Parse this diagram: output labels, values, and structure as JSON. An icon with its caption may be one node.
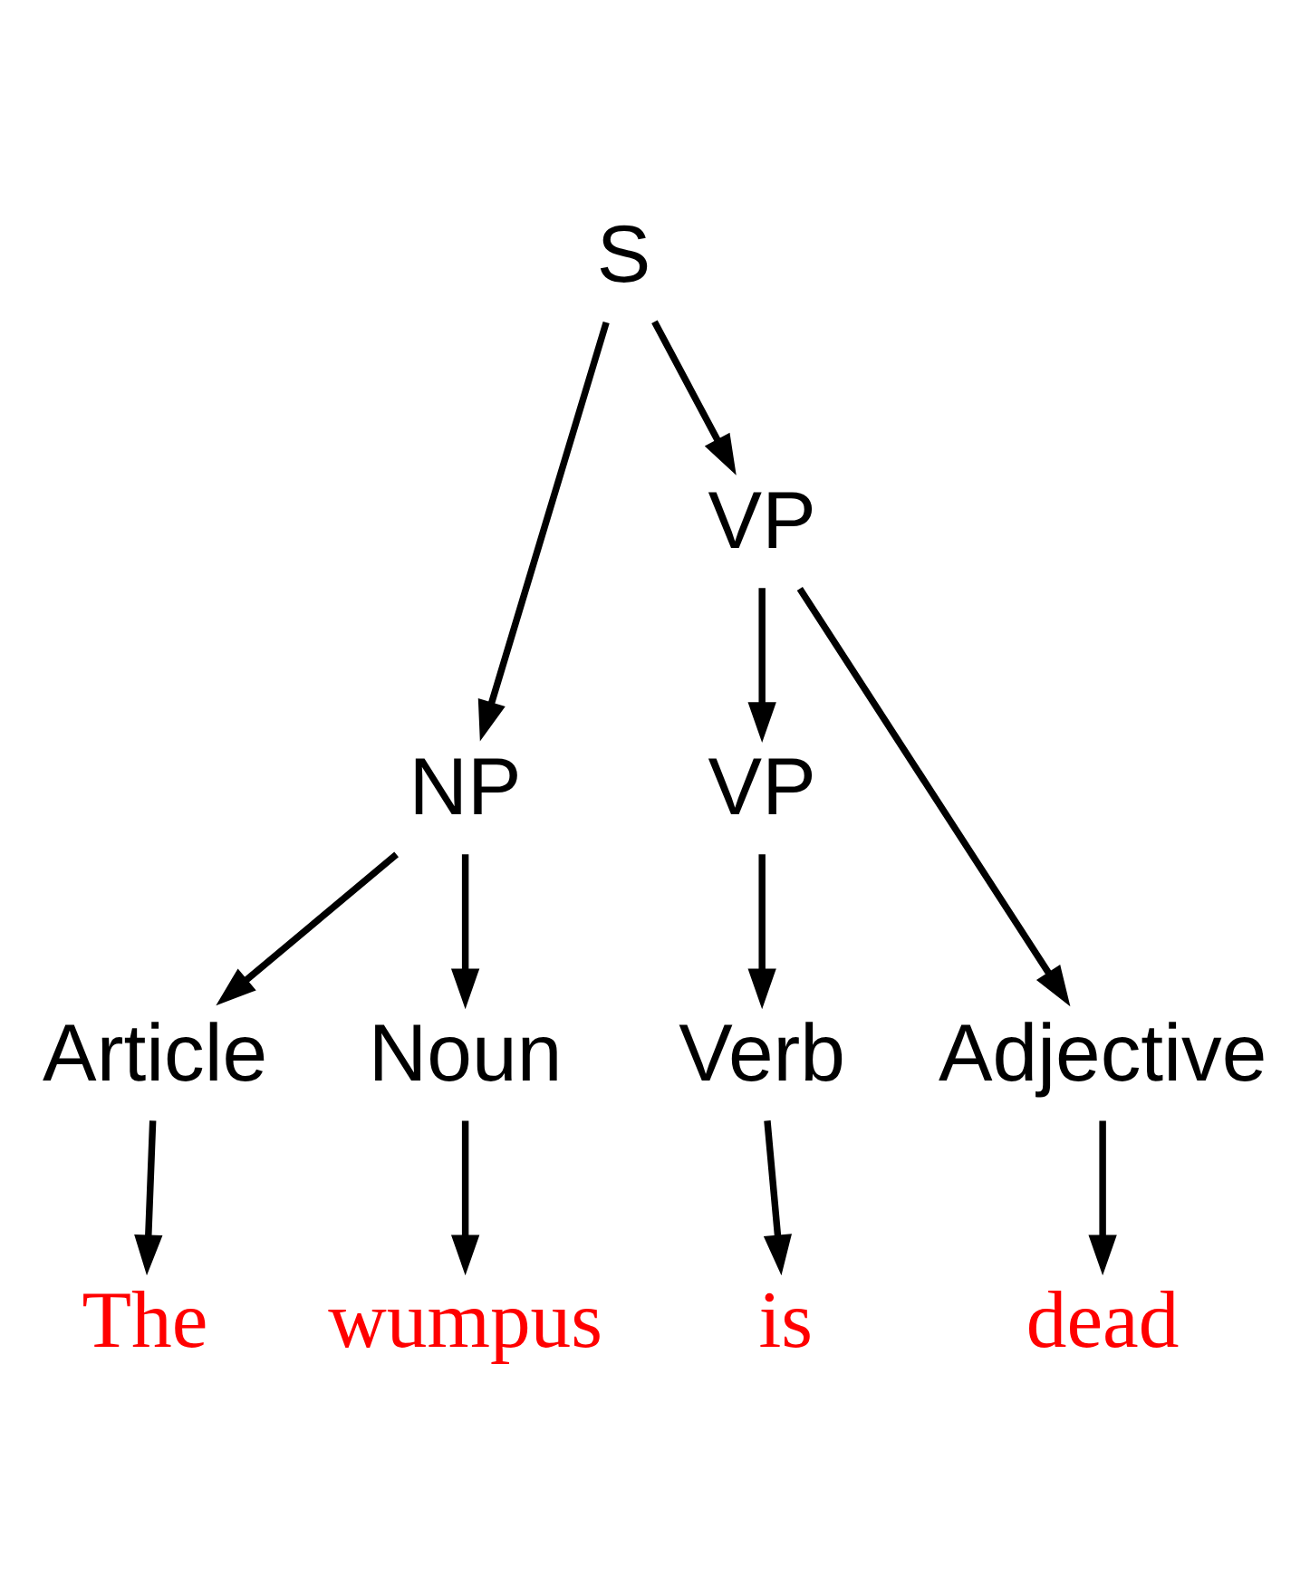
{
  "diagram": {
    "nodes": [
      {
        "text": [
          "S"
        ]
      },
      {
        "text": [
          "VP"
        ]
      },
      {
        "text": [
          "NP"
        ]
      },
      {
        "text": [
          "VP"
        ]
      },
      {
        "text": [
          "Article"
        ]
      },
      {
        "text": [
          "Noun"
        ]
      },
      {
        "text": [
          "Verb"
        ]
      },
      {
        "text": [
          "Adjective"
        ]
      },
      {
        "text": [
          "The"
        ]
      },
      {
        "text": [
          "wumpus"
        ]
      },
      {
        "text": [
          "is"
        ]
      },
      {
        "text": [
          "dead"
        ]
      }
    ],
    "edges": [
      {
        "from": 0,
        "to": 2,
        "arrow": "to"
      },
      {
        "from": 0,
        "to": 1,
        "arrow": "to"
      },
      {
        "from": 1,
        "to": 3,
        "arrow": "to"
      },
      {
        "from": 1,
        "to": 7,
        "arrow": "to"
      },
      {
        "from": 2,
        "to": 4,
        "arrow": "to"
      },
      {
        "from": 2,
        "to": 5,
        "arrow": "to"
      },
      {
        "from": 3,
        "to": 6,
        "arrow": "to"
      },
      {
        "from": 4,
        "to": 8,
        "arrow": "to"
      },
      {
        "from": 5,
        "to": 9,
        "arrow": "to"
      },
      {
        "from": 6,
        "to": 10,
        "arrow": "to"
      },
      {
        "from": 7,
        "to": 11,
        "arrow": "to"
      }
    ]
  }
}
